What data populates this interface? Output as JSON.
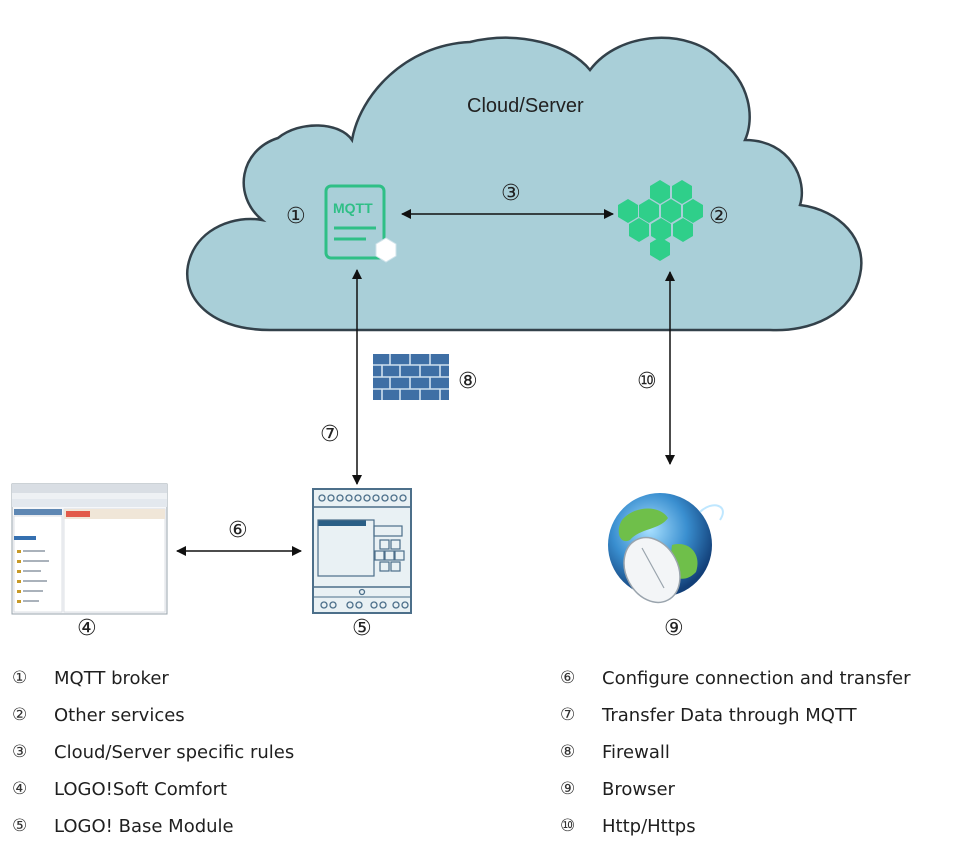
{
  "diagram": {
    "cloud_label": "Cloud/Server",
    "mqtt_label": "MQTT",
    "callouts": {
      "c1": "①",
      "c2": "②",
      "c3": "③",
      "c4": "④",
      "c5": "⑤",
      "c6": "⑥",
      "c7": "⑦",
      "c8": "⑧",
      "c9": "⑨",
      "c10": "⑩"
    },
    "colors": {
      "cloud_fill": "#a9cfd8",
      "cloud_stroke": "#33414a",
      "mqtt_green": "#2fbf86",
      "hex_green": "#2fcf8a",
      "firewall": "#3f6fa5",
      "device_frame": "#4c6f8a",
      "device_fill": "#e9f1f4"
    }
  },
  "legend": {
    "left": [
      {
        "num": "①",
        "text": "MQTT broker"
      },
      {
        "num": "②",
        "text": "Other services"
      },
      {
        "num": "③",
        "text": "Cloud/Server specific rules"
      },
      {
        "num": "④",
        "text": "LOGO!Soft Comfort"
      },
      {
        "num": "⑤",
        "text": "LOGO! Base Module"
      }
    ],
    "right": [
      {
        "num": "⑥",
        "text": "Configure connection and transfer"
      },
      {
        "num": "⑦",
        "text": "Transfer Data through MQTT"
      },
      {
        "num": "⑧",
        "text": "Firewall"
      },
      {
        "num": "⑨",
        "text": "Browser"
      },
      {
        "num": "⑩",
        "text": "Http/Https"
      }
    ]
  }
}
